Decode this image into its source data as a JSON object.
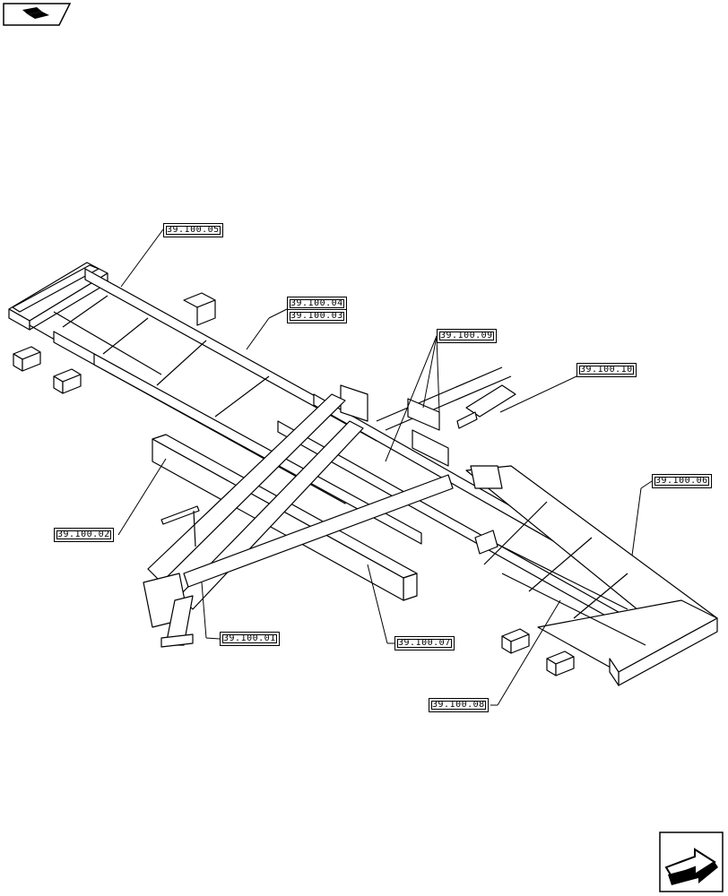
{
  "callouts": {
    "c05": "39.100.05",
    "c04": "39.100.04",
    "c03": "39.100.03",
    "c09": "39.100.09",
    "c10": "39.100.10",
    "c06": "39.100.06",
    "c02": "39.100.02",
    "c01": "39.100.01",
    "c07": "39.100.07",
    "c08": "39.100.08"
  },
  "icons": {
    "top_left": "book-icon",
    "bottom_right": "next-page-arrow-icon"
  }
}
